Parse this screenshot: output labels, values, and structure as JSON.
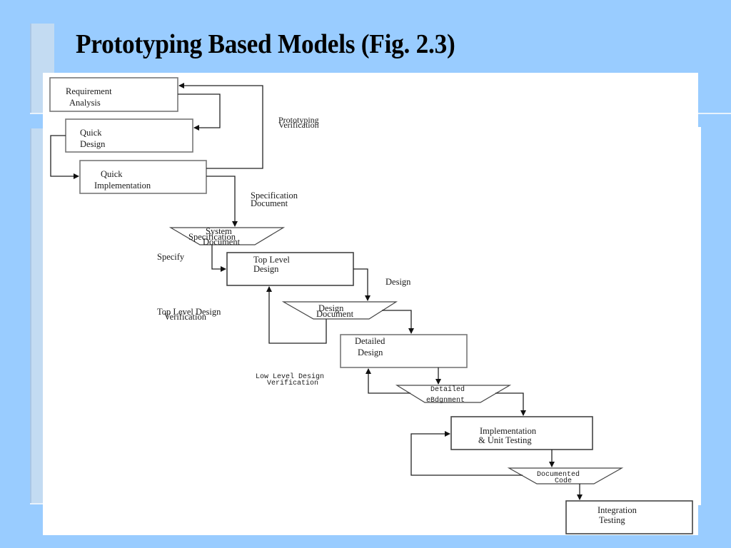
{
  "slide": {
    "title": "Prototyping Based Models (Fig. 2.3)",
    "background_color": "#99ccff",
    "accent_bar_color": "#c3dbf2"
  },
  "diagram": {
    "processes": [
      {
        "id": "requirement-analysis",
        "lines": [
          "Requirement",
          "Analysis"
        ]
      },
      {
        "id": "quick-design",
        "lines": [
          "Quick",
          "Design"
        ]
      },
      {
        "id": "quick-implementation",
        "lines": [
          "Quick",
          "Implementation"
        ]
      },
      {
        "id": "top-level-design",
        "lines": [
          "Top Level",
          "Design"
        ]
      },
      {
        "id": "detailed-design",
        "lines": [
          "Detailed",
          "Design"
        ]
      },
      {
        "id": "implementation-unit-testing",
        "lines": [
          "Implementation",
          "& Unit Testing"
        ]
      },
      {
        "id": "integration-testing",
        "lines": [
          "Integration",
          "Testing"
        ]
      }
    ],
    "documents": [
      {
        "id": "system-specification-document",
        "lines": [
          "System",
          "Specification",
          "Document"
        ]
      },
      {
        "id": "design-document",
        "lines": [
          "Design",
          "Document"
        ]
      },
      {
        "id": "detailed-design-document",
        "lines": [
          "Detailed",
          "eBdgnment"
        ]
      },
      {
        "id": "documented-code",
        "lines": [
          "Documented",
          "Code"
        ]
      }
    ],
    "labels": {
      "prototyping_verification": [
        "Prototyping",
        "Verification"
      ],
      "specification_document": [
        "Specification",
        "Document"
      ],
      "specify": "Specify",
      "design": "Design",
      "top_level_design_verification": [
        "Top Level Design",
        "Verification"
      ],
      "low_level_design_verification": [
        "Low Level Design",
        "Verification"
      ]
    }
  }
}
